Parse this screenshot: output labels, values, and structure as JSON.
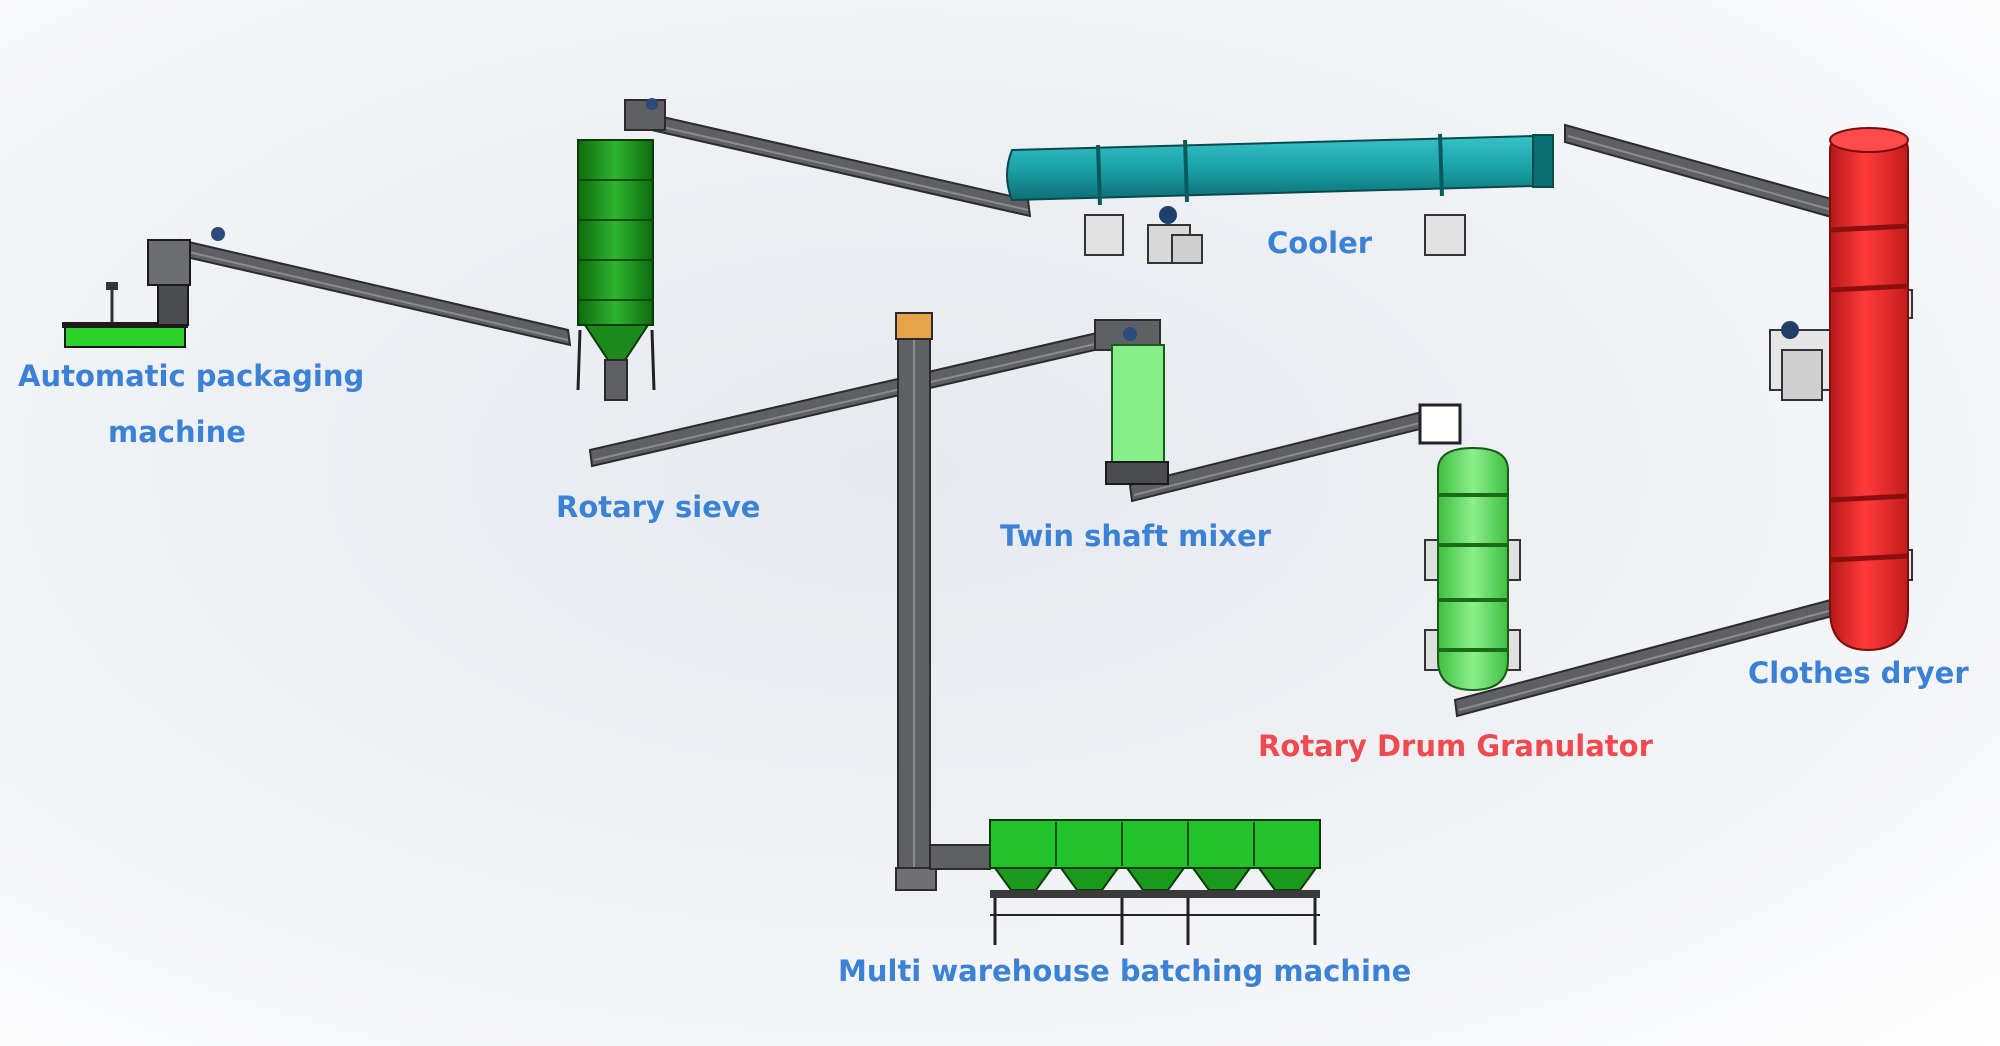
{
  "labels": {
    "packaging_line1": "Automatic packaging",
    "packaging_line2": "machine",
    "rotary_sieve": "Rotary sieve",
    "cooler": "Cooler",
    "twin_shaft_mixer": "Twin shaft mixer",
    "clothes_dryer": "Clothes dryer",
    "granulator": "Rotary Drum Granulator",
    "batching": "Multi warehouse batching machine"
  },
  "colors": {
    "label_blue": "#3b82d6",
    "label_red": "#ef4a4f",
    "conveyor": "#5e6063",
    "sieve_green": "#1f9a1f",
    "cooler_teal": "#1aa3a8",
    "mixer_green": "#86ee86",
    "granulator_green": "#6ee06e",
    "dryer_red": "#ee2b2b",
    "batching_green": "#22c22a"
  }
}
